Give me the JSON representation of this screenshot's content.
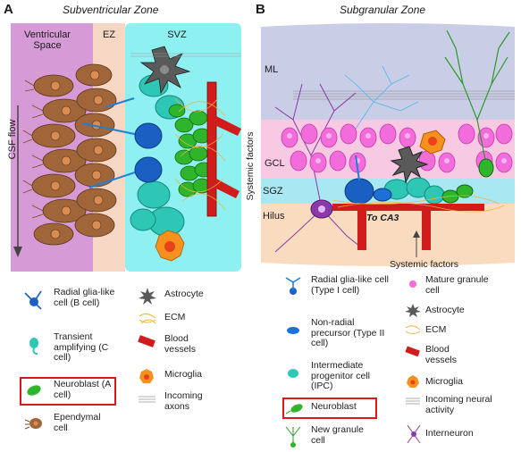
{
  "panel_a": {
    "letter": "A",
    "title": "Subventricular Zone",
    "regions": {
      "ventricular_space": "Ventricular Space",
      "ez": "EZ",
      "svz": "SVZ"
    },
    "csf_flow": "CSF flow",
    "systemic_factors": "Systemic factors",
    "legend_left": [
      {
        "label": "Radial glia-like cell (B cell)",
        "icon": "radial-glia-icon"
      },
      {
        "label": "Transient amplifying (C cell)",
        "icon": "transient-amplifying-icon"
      },
      {
        "label": "Neuroblast (A cell)",
        "icon": "neuroblast-icon",
        "highlighted": true
      },
      {
        "label": "Ependymal cell",
        "icon": "ependymal-icon"
      }
    ],
    "legend_right": [
      {
        "label": "Astrocyte",
        "icon": "astrocyte-icon"
      },
      {
        "label": "ECM",
        "icon": "ecm-icon"
      },
      {
        "label": "Blood vessels",
        "icon": "blood-vessel-icon"
      },
      {
        "label": "Microglia",
        "icon": "microglia-icon"
      },
      {
        "label": "Incoming axons",
        "icon": "axons-icon"
      }
    ]
  },
  "panel_b": {
    "letter": "B",
    "title": "Subgranular Zone",
    "layers": {
      "ml": "ML",
      "gcl": "GCL",
      "sgz": "SGZ",
      "hilus": "Hilus"
    },
    "to_ca3": "To CA3",
    "systemic_factors": "Systemic factors",
    "legend_left": [
      {
        "label": "Radial glia-like cell (Type I cell)",
        "icon": "radial-glia-icon"
      },
      {
        "label": "Non-radial precursor (Type II cell)",
        "icon": "nonradial-precursor-icon"
      },
      {
        "label": "Intermediate progenitor cell (IPC)",
        "icon": "ipc-icon"
      },
      {
        "label": "Neuroblast",
        "icon": "neuroblast-icon",
        "highlighted": true
      },
      {
        "label": "New granule cell",
        "icon": "new-granule-cell-icon"
      }
    ],
    "legend_right": [
      {
        "label": "Mature granule cell",
        "icon": "mature-granule-icon"
      },
      {
        "label": "Astrocyte",
        "icon": "astrocyte-icon"
      },
      {
        "label": "ECM",
        "icon": "ecm-icon"
      },
      {
        "label": "Blood vessels",
        "icon": "blood-vessel-icon"
      },
      {
        "label": "Microglia",
        "icon": "microglia-icon"
      },
      {
        "label": "Incoming neural activity",
        "icon": "neural-activity-icon"
      },
      {
        "label": "Interneuron",
        "icon": "interneuron-icon"
      }
    ]
  },
  "colors": {
    "ventricular": "#d69ad6",
    "ez": "#f5d7c4",
    "svz": "#8ff0f2",
    "ml": "#c9cde6",
    "gcl": "#f7c9e3",
    "sgz": "#a8e8f3",
    "hilus": "#f9dcbf",
    "highlight": "#e0161b"
  }
}
